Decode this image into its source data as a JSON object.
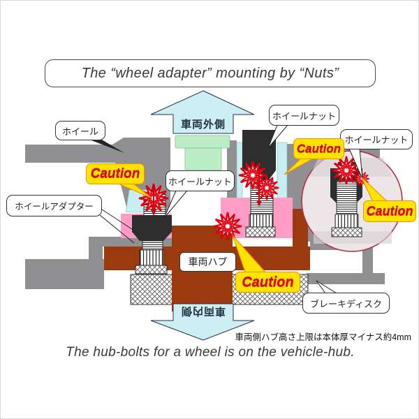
{
  "title": "The “wheel adapter” mounting by “Nuts”",
  "arrows": {
    "top": "車両外側",
    "bottom": "車両内側"
  },
  "labels": {
    "wheel": "ホイール",
    "wheel_nut_top": "ホイールナット",
    "wheel_nut_right": "ホイールナット",
    "wheel_nut_center": "ホイールナット",
    "wheel_adapter": "ホイールアダプター",
    "vehicle_hub": "車両ハブ",
    "brake_disc": "ブレーキディスク"
  },
  "caution": "Caution",
  "notes": {
    "jp": "車両側ハブ高さ上限は本体厚マイナス約4mm",
    "en": "The hub-bolts for a wheel is on the vehicle-hub."
  },
  "icons": {
    "burst": "caution-starburst"
  },
  "colors": {
    "wheel_gray": "#909092",
    "adapter_pink": "#ff9dc6",
    "hub_brown": "#9c3a0f",
    "pilot_green": "#bceec6",
    "recess_cyan": "#c9eef2",
    "arrow_blue": "#cdeff3",
    "caution_yellow": "#ffe400",
    "caution_red": "#e50000",
    "magnifier_ring": "#b23043",
    "nut_black": "#2e2e2e"
  }
}
